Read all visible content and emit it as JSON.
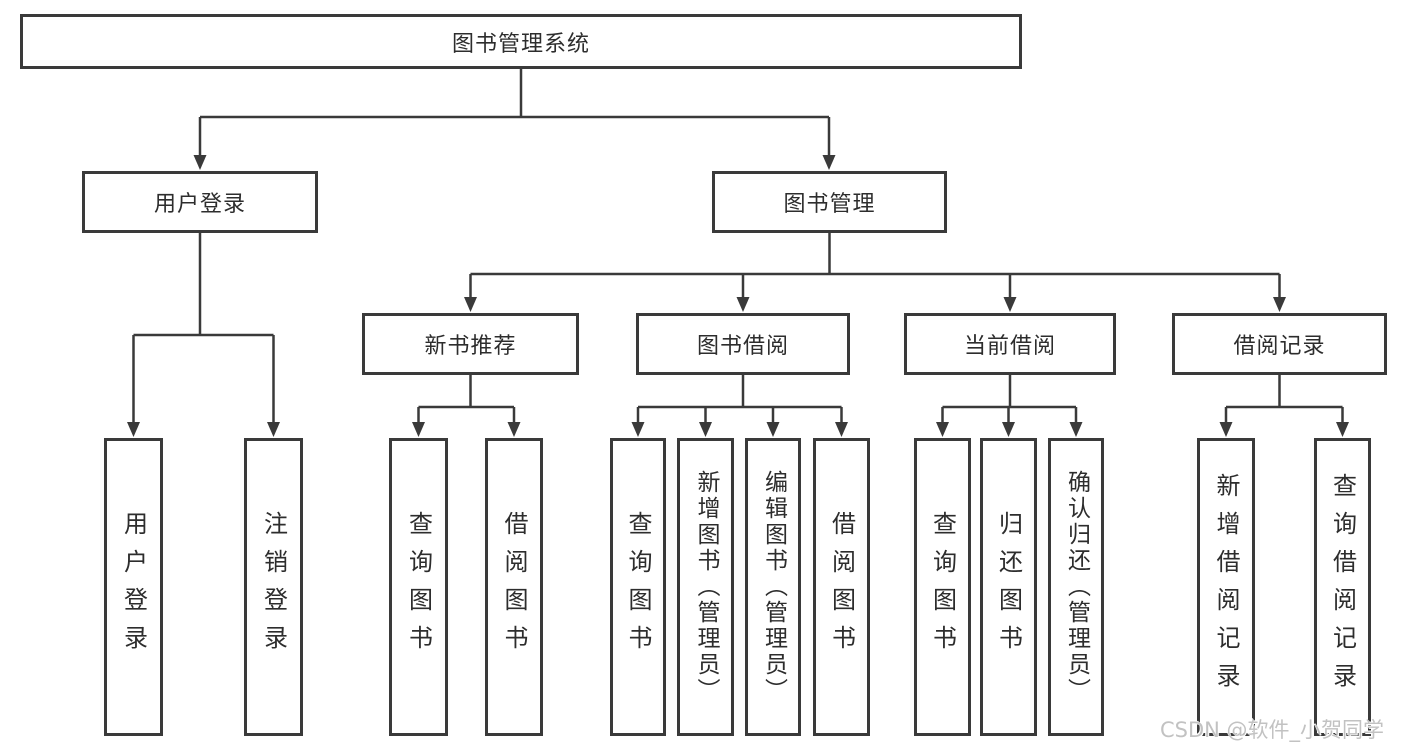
{
  "diagram": {
    "root": {
      "id": "root",
      "label": "图书管理系统"
    },
    "level2": [
      {
        "id": "user-login",
        "label": "用户登录"
      },
      {
        "id": "book-management",
        "label": "图书管理"
      }
    ],
    "level3": [
      {
        "id": "new-book-recommend",
        "label": "新书推荐"
      },
      {
        "id": "book-borrowing",
        "label": "图书借阅"
      },
      {
        "id": "current-borrowing",
        "label": "当前借阅"
      },
      {
        "id": "borrowing-records",
        "label": "借阅记录"
      }
    ],
    "leaves": [
      {
        "id": "user-login-leaf",
        "label": "用户登录"
      },
      {
        "id": "logout",
        "label": "注销登录"
      },
      {
        "id": "query-books-recommend",
        "label": "查询图书"
      },
      {
        "id": "borrow-books-recommend",
        "label": "借阅图书"
      },
      {
        "id": "query-books-borrowing",
        "label": "查询图书"
      },
      {
        "id": "add-books-admin",
        "label": "新增图书（管理员）"
      },
      {
        "id": "edit-books-admin",
        "label": "编辑图书（管理员）"
      },
      {
        "id": "borrow-books",
        "label": "借阅图书"
      },
      {
        "id": "query-books-current",
        "label": "查询图书"
      },
      {
        "id": "return-books",
        "label": "归还图书"
      },
      {
        "id": "confirm-return-admin",
        "label": "确认归还（管理员）"
      },
      {
        "id": "add-borrow-record",
        "label": "新增借阅记录"
      },
      {
        "id": "query-borrow-record",
        "label": "查询借阅记录"
      }
    ],
    "watermark": "CSDN @软件_小贺同学",
    "colors": {
      "line": "#3a3a3a",
      "text": "#2d2d2d",
      "watermark": "#c2c2c2",
      "background": "#ffffff"
    }
  }
}
